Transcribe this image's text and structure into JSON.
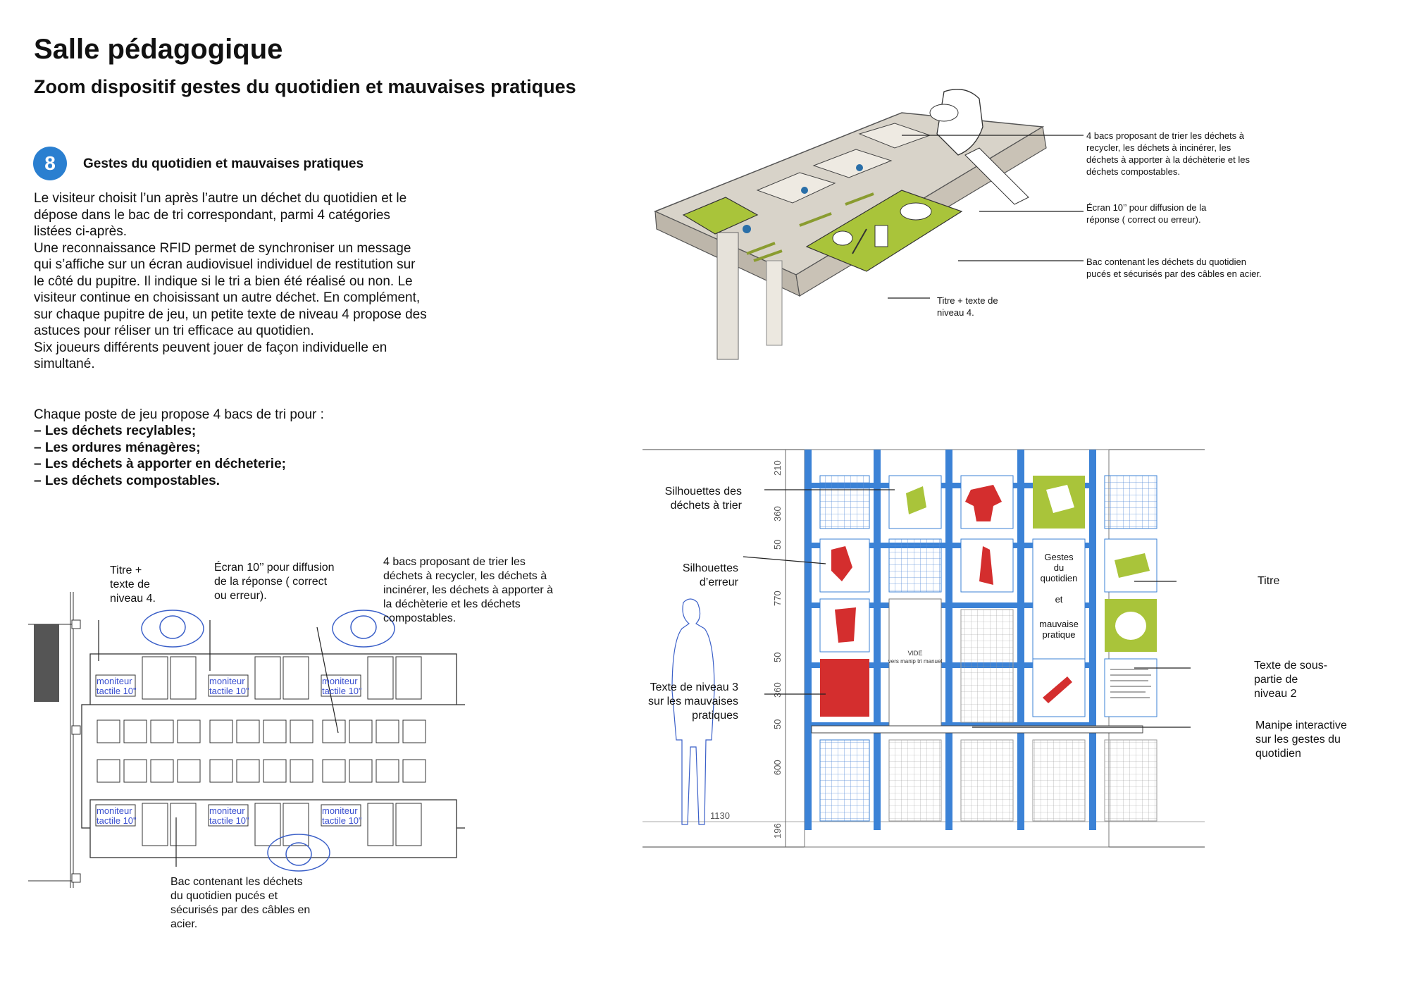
{
  "header": {
    "title": "Salle pédagogique",
    "subtitle": "Zoom dispositif gestes du quotidien et mauvaises pratiques"
  },
  "section": {
    "number": "8",
    "title": "Gestes du quotidien et mauvaises pratiques",
    "paragraphs": [
      "Le visiteur choisit l’un après l’autre un déchet du quotidien et le dépose dans le bac de tri correspondant, parmi 4 catégories listées ci-après.",
      "Une reconnaissance RFID permet de synchroniser un message qui s’affiche sur un écran audiovisuel individuel de restitution sur le côté du pupitre. Il indique si le tri a bien été réalisé ou non. Le visiteur continue en choisissant un autre déchet. En complément, sur chaque pupitre de jeu, un petite texte de niveau 4 propose des astuces pour réliser un tri efficace au quotidien.",
      "Six joueurs différents peuvent jouer de façon individuelle en simultané."
    ],
    "intro": "Chaque poste de jeu propose 4 bacs de tri pour :",
    "categories": [
      "– Les déchets recylables;",
      "– Les ordures ménagères;",
      "– Les déchets à apporter en décheterie;",
      "– Les déchets compostables."
    ]
  },
  "perspective": {
    "labels": {
      "bacs": "4 bacs proposant de trier les déchets à recycler, les déchets à incinérer, les déchets à apporter à la déchèterie et les déchets compostables.",
      "ecran": "Écran 10’’ pour diffusion de la réponse ( correct ou erreur).",
      "bac_contenant": "Bac contenant les déchets du quotidien pucés et sécurisés par des câbles en acier.",
      "titre": "Titre + texte de niveau 4."
    }
  },
  "plan": {
    "labels": {
      "titre": "Titre + texte de niveau 4.",
      "ecran": "Écran 10’’ pour diffusion de la réponse ( correct ou erreur).",
      "bacs": "4 bacs proposant de trier les déchets à recycler, les déchets à incinérer, les déchets à apporter à la déchèterie et les déchets compostables.",
      "bac_contenant": "Bac contenant les déchets du quotidien pucés et sécurisés par des câbles en acier."
    },
    "monitor_line1": "moniteur",
    "monitor_line2": "tactile 10\""
  },
  "elevation": {
    "labels": {
      "silhouettes_trier": "Silhouettes des déchets à trier",
      "silhouettes_erreur": "Silhouettes d’erreur",
      "texte_niveau3": "Texte de niveau 3 sur les mauvaises pratiques",
      "titre": "Titre",
      "texte_sous_partie": "Texte de sous-partie de niveau 2",
      "manipe": "Manipe interactive sur les gestes du quotidien"
    },
    "dimensions": [
      "210",
      "360",
      "50",
      "770",
      "50",
      "360",
      "50",
      "600",
      "196"
    ],
    "height_mark": "1130",
    "panel_title": {
      "line1": "Gestes",
      "line2": "du",
      "line3": "quotidien",
      "line4": "et",
      "line5": "mauvaise",
      "line6": "pratique"
    },
    "vide_line1": "VIDE",
    "vide_line2": "vers manip tri manuel",
    "colors": {
      "blue": "#3b82d6",
      "red": "#d42e2e",
      "green": "#a9c43a"
    }
  }
}
